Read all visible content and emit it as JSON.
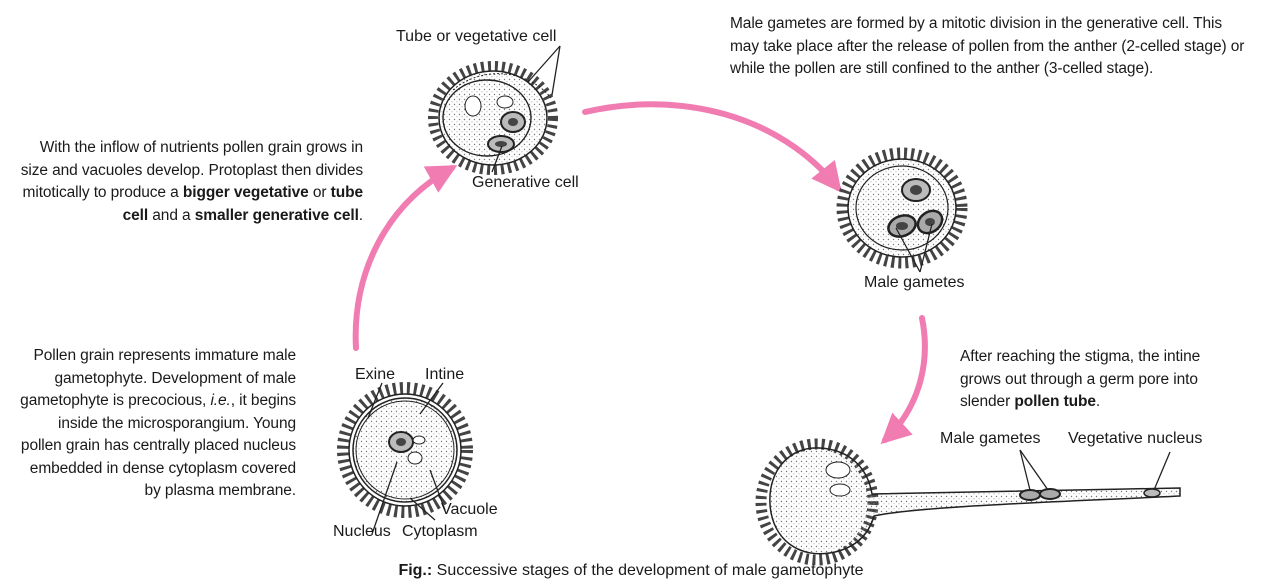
{
  "colors": {
    "arrow": "#f07cb2",
    "ink": "#1a1a1a",
    "cell_fill": "#f4f4f4"
  },
  "texts": {
    "top_right": "Male gametes are formed by a mitotic division in the generative cell. This may take place after the release of pollen from the anther (2-celled stage) or while the pollen are still confined to the anther (3-celled stage).",
    "left_mid": {
      "p1": "With the inflow of nutrients pollen grain grows in size and vacuoles develop. Protoplast then divides mitotically to produce a ",
      "b1": "bigger vegetative",
      "p2": " or ",
      "b2": "tube cell",
      "p3": " and a ",
      "b3": "smaller generative cell",
      "p4": "."
    },
    "left_bottom": {
      "p1": "Pollen grain represents immature male gametophyte. Development of male gametophyte is precocious, ",
      "i1": "i.e.",
      "p2": ", it begins inside the microsporangium. Young pollen grain has centrally placed nucleus embedded in dense cytoplasm covered by plasma membrane."
    },
    "right_mid": {
      "p1": "After reaching the stigma, the intine grows out through a germ pore into slender ",
      "b1": "pollen tube",
      "p2": "."
    }
  },
  "labels": {
    "tube_cell": "Tube or vegetative cell",
    "generative_cell": "Generative cell",
    "male_gametes_1": "Male gametes",
    "exine": "Exine",
    "intine": "Intine",
    "vacuole": "Vacuole",
    "nucleus": "Nucleus",
    "cytoplasm": "Cytoplasm",
    "male_gametes_2": "Male gametes",
    "vegetative_nucleus": "Vegetative nucleus"
  },
  "caption": {
    "prefix": "Fig.:",
    "text": " Successive stages of the development of male gametophyte"
  }
}
